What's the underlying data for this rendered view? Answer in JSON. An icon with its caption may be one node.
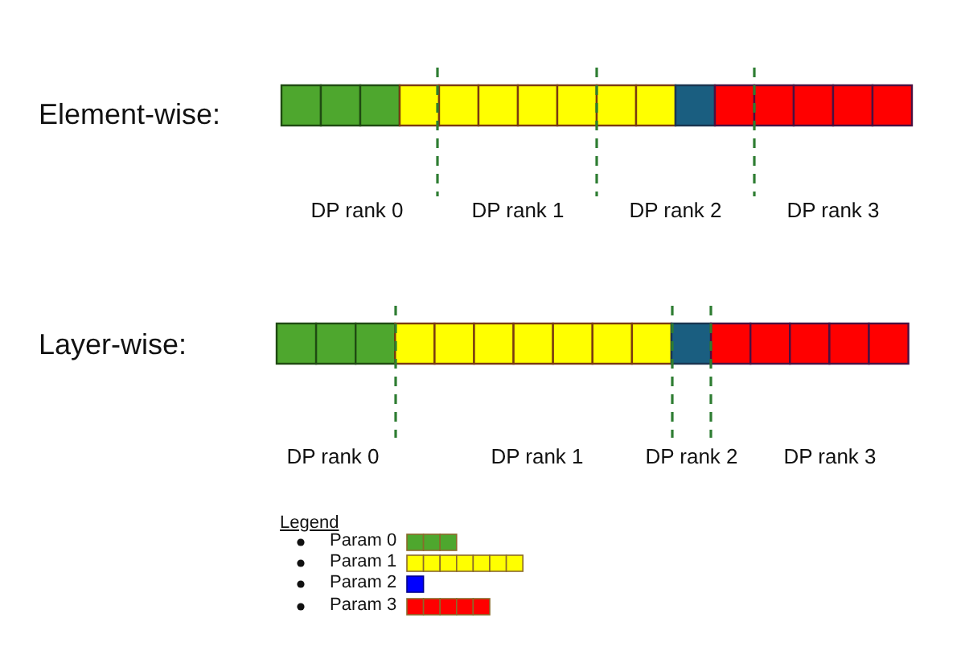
{
  "diagram": {
    "labels": [
      "Element-wise:",
      "DP rank 0",
      "DP rank 1",
      "DP rank 2",
      "DP rank 3",
      "Layer-wise:",
      "DP rank 0",
      "DP rank 1",
      "DP rank 2",
      "DP rank 3",
      "Legend"
    ],
    "legend": [
      {
        "text": "Param 0",
        "color": "#4ea72e"
      },
      {
        "text": "Param 1",
        "color": "#ffff00"
      },
      {
        "text": "Param 2",
        "color": "#0000ff"
      },
      {
        "text": "Param 3",
        "color": "#ff0000"
      }
    ]
  }
}
